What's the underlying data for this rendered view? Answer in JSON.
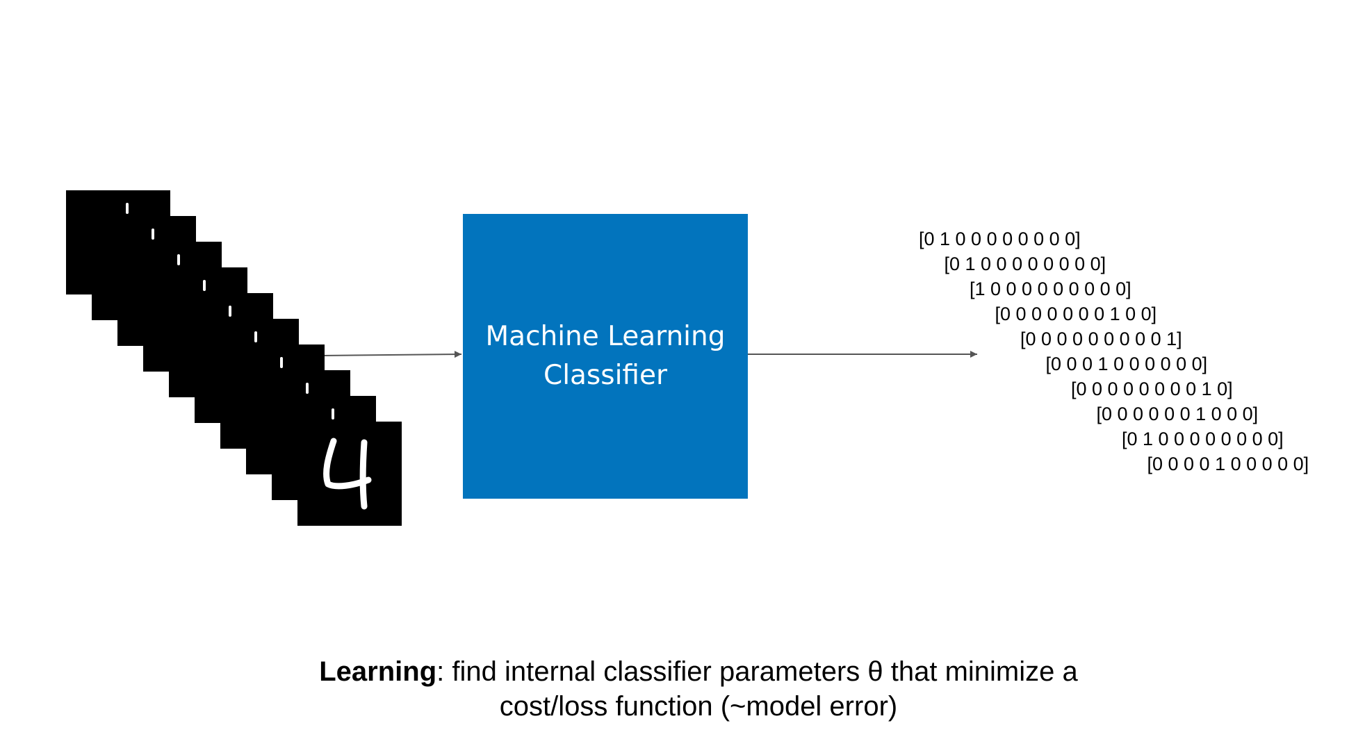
{
  "diagram": {
    "input": {
      "image_count": 10,
      "front_digit": "4"
    },
    "classifier": {
      "label": "Machine Learning Classifier",
      "fill_color": "#0274bd",
      "text_color": "#ffffff"
    },
    "outputs": [
      "[0 1 0 0 0 0 0 0 0 0]",
      "[0 1 0 0 0 0 0 0 0 0]",
      "[1 0 0 0 0 0 0 0 0 0]",
      "[0 0 0 0 0 0 0 1 0 0]",
      "[0 0 0 0 0 0 0 0 0 1]",
      "[0 0 0 1 0 0 0 0 0 0]",
      "[0 0 0 0 0 0 0 0 1 0]",
      "[0 0 0 0 0 0 1 0 0 0]",
      "[0 1 0 0 0 0 0 0 0 0]",
      "[0 0 0 0 1 0 0 0 0 0]"
    ],
    "arrow_color": "#555555"
  },
  "caption": {
    "term": "Learning",
    "text": ": find internal classifier parameters θ that minimize a cost/loss function (~model error)"
  }
}
